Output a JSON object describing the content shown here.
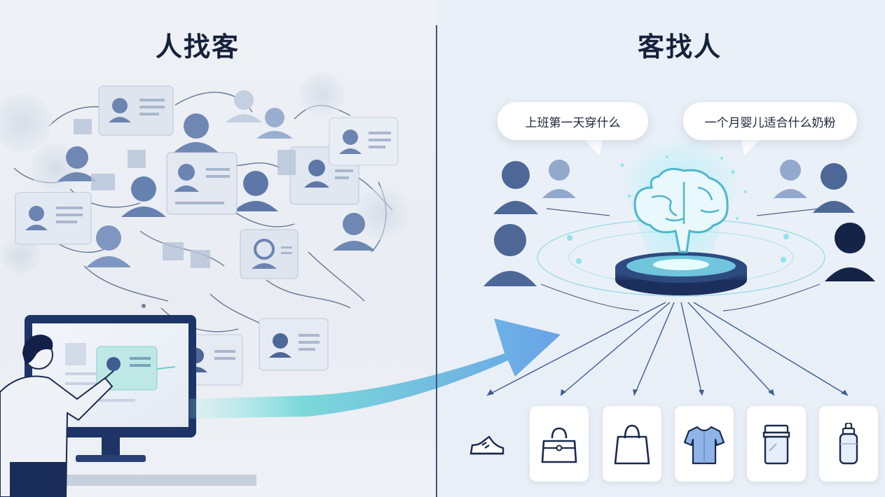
{
  "titles": {
    "left": "人找客",
    "right": "客找人"
  },
  "queries": [
    "上班第一天穿什么",
    "一个月婴儿适合什么奶粉"
  ],
  "products": [
    {
      "icon": "sneaker-icon"
    },
    {
      "icon": "handbag-icon"
    },
    {
      "icon": "tote-bag-icon"
    },
    {
      "icon": "tshirt-icon"
    },
    {
      "icon": "milk-powder-jar-icon"
    },
    {
      "icon": "baby-bottle-icon"
    }
  ],
  "colors": {
    "person_blue": "#5673a6",
    "person_light": "#9aaed0",
    "person_dark": "#142447",
    "arrow_teal": "#6fd6d6",
    "arrow_blue": "#5a9be6",
    "glow_cyan": "#7fe3f2",
    "divider": "#3e5479",
    "title": "#16213a"
  }
}
